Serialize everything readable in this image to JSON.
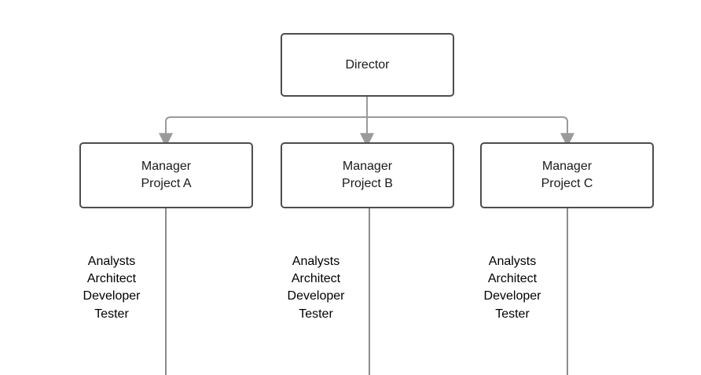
{
  "diagram": {
    "type": "organizational-chart",
    "background_color": "#ffffff",
    "node_border_color": "#4d4d4d",
    "connector_color": "#9a9a9a",
    "stem_color": "#8c8c8c",
    "text_color": "#1a1a1a",
    "root": {
      "label": "Director"
    },
    "managers": [
      {
        "id": "a",
        "label": "Manager\nProject A"
      },
      {
        "id": "b",
        "label": "Manager\nProject B"
      },
      {
        "id": "c",
        "label": "Manager\nProject C"
      }
    ],
    "role_groups": [
      {
        "id": "a",
        "roles": [
          "Analysts",
          "Architect",
          "Developer",
          "Tester"
        ]
      },
      {
        "id": "b",
        "roles": [
          "Analysts",
          "Architect",
          "Developer",
          "Tester"
        ]
      },
      {
        "id": "c",
        "roles": [
          "Analysts",
          "Architect",
          "Developer",
          "Tester"
        ]
      }
    ]
  }
}
